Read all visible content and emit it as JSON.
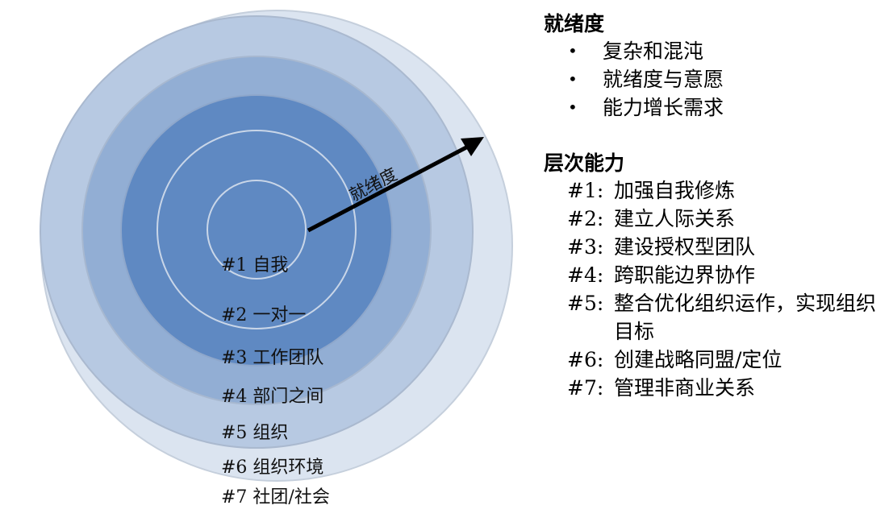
{
  "diagram": {
    "arrow_label": "就绪度",
    "ring_fills": [
      "#dbe4f0",
      "#b7c9e2",
      "#92aed4",
      "#5f89c2",
      "#5f89c2",
      "#5f89c2",
      "#5f89c2"
    ],
    "ring_labels": [
      "#1 自我",
      "#2 一对一",
      "#3 工作团队",
      "#4 部门之间",
      "#5 组织",
      "#6 组织环境",
      "#7 社团/社会"
    ]
  },
  "readiness": {
    "title": "就绪度",
    "items": [
      "复杂和混沌",
      "就绪度与意愿",
      "能力增长需求"
    ]
  },
  "levels": {
    "title": "层次能力",
    "items": [
      {
        "num": "#1:",
        "text": "加强自我修炼"
      },
      {
        "num": "#2:",
        "text": "建立人际关系"
      },
      {
        "num": "#3:",
        "text": "建设授权型团队"
      },
      {
        "num": "#4:",
        "text": "跨职能边界协作"
      },
      {
        "num": "#5:",
        "text": "整合优化组织运作，实现组织目标"
      },
      {
        "num": "#6:",
        "text": "创建战略同盟/定位"
      },
      {
        "num": "#7:",
        "text": "管理非商业关系"
      }
    ]
  }
}
